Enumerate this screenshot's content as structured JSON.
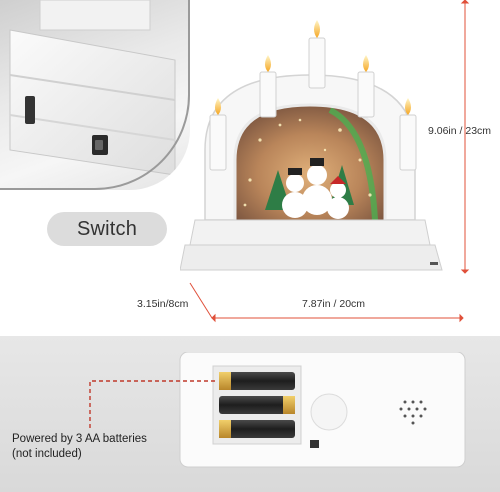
{
  "inset": {
    "label": "Switch"
  },
  "dimensions": {
    "height": "9.06in / 23cm",
    "depth": "3.15in/8cm",
    "width": "7.87in / 20cm"
  },
  "battery_note": {
    "line1": "Powered by 3 AA batteries",
    "line2": "(not included)"
  },
  "colors": {
    "dimension_line": "#e0503a",
    "callout_dash": "#c0392b",
    "lamp_body": "#f7f7f7",
    "flame": "#f5a623"
  }
}
